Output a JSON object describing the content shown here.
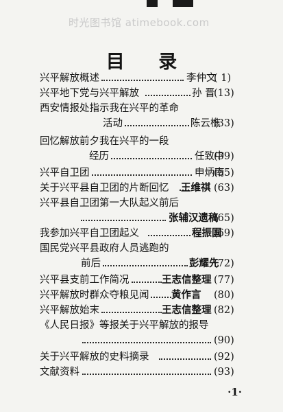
{
  "watermark": "时光图书馆 atimebook.com",
  "title": "目 录",
  "entries": [
    {
      "title": "兴平解放概述",
      "author": "李仲文",
      "page": "( 1)"
    },
    {
      "title": "兴平地下党与兴平解放",
      "author": "孙 晋",
      "page": "(13)"
    },
    {
      "title": "西安情报处指示我在兴平的革命",
      "title2": "活动",
      "author": "陈云樵",
      "page": "(33)"
    },
    {
      "title": "回忆解放前夕我在兴平的一段",
      "title2": "经历",
      "author": "任致中",
      "page": "(39)"
    },
    {
      "title": "兴平自卫团",
      "author": "申炳南",
      "page": "(55)"
    },
    {
      "title": "关于兴平县自卫团的片断回忆",
      "author": "王维祺",
      "page": "(63)"
    },
    {
      "title": "兴平县自卫团第一大队起义前后",
      "author": "张辅汉遗稿",
      "page": "(65)"
    },
    {
      "title": "我参加兴平自卫团起义",
      "author": "程振国",
      "page": "(69)"
    },
    {
      "title": "国民党兴平县政府人员逃跑的",
      "title2": "前后",
      "author": "彭耀先",
      "page": "(72)"
    },
    {
      "title": "兴平县支前工作简况",
      "author": "王志信整理",
      "page": "(77)"
    },
    {
      "title": "兴平解放时群众夺粮见闻",
      "author": "黄作言",
      "page": "(80)"
    },
    {
      "title": "兴平解放始末",
      "author": "王志信整理",
      "page": "(82)"
    },
    {
      "title": "《人民日报》等报关于兴平解放的报导",
      "author": "",
      "page": "(90)"
    },
    {
      "title": "关于兴平解放的史料摘录",
      "author": "",
      "page": "(92)"
    },
    {
      "title": "文献资料",
      "author": "",
      "page": "(93)"
    }
  ],
  "page_number": "·1·"
}
